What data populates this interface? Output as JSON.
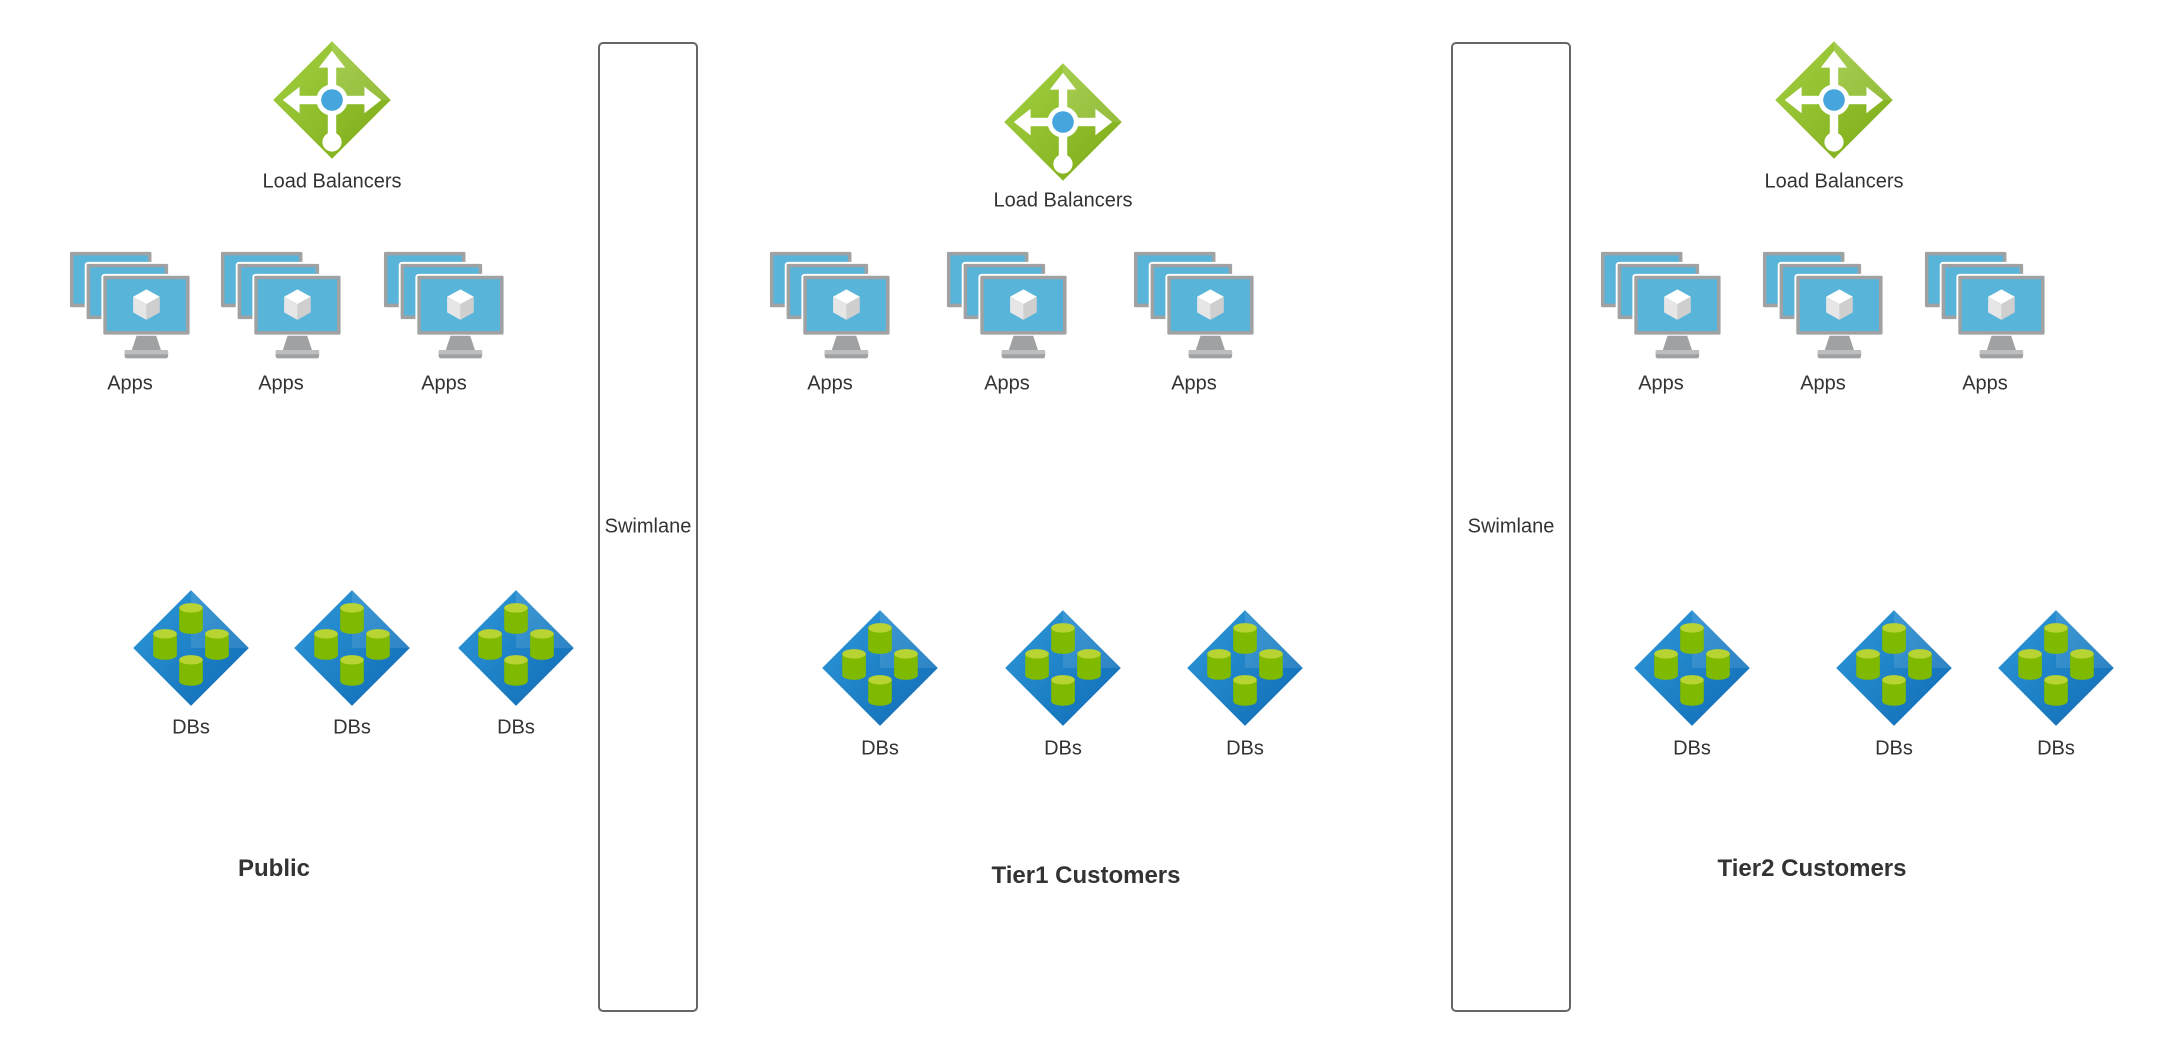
{
  "diagram": {
    "sections": [
      {
        "title": "Public",
        "load_balancers_label": "Load Balancers",
        "app_labels": [
          "Apps",
          "Apps",
          "Apps"
        ],
        "db_labels": [
          "DBs",
          "DBs",
          "DBs"
        ]
      },
      {
        "title": "Tier1 Customers",
        "load_balancers_label": "Load Balancers",
        "app_labels": [
          "Apps",
          "Apps",
          "Apps"
        ],
        "db_labels": [
          "DBs",
          "DBs",
          "DBs"
        ]
      },
      {
        "title": "Tier2 Customers",
        "load_balancers_label": "Load Balancers",
        "app_labels": [
          "Apps",
          "Apps",
          "Apps"
        ],
        "db_labels": [
          "DBs",
          "DBs",
          "DBs"
        ]
      }
    ],
    "swimlanes": [
      {
        "label": "Swimlane"
      },
      {
        "label": "Swimlane"
      }
    ],
    "icons": {
      "load_balancer": "load-balancer-icon",
      "apps": "app-vm-stack-icon",
      "dbs": "database-cluster-icon"
    },
    "colors": {
      "lb_green_light": "#a3d143",
      "lb_green_dark": "#7daa16",
      "lb_center_blue": "#45a5dc",
      "screen_blue": "#59b4d9",
      "monitor_gray": "#a0a1a2",
      "db_blue_light": "#2f9ada",
      "db_blue_dark": "#0f6ab4",
      "cylinder_green": "#7fba00",
      "cylinder_green_light": "#b8d432",
      "swimlane_border": "#666666",
      "text": "#333333",
      "background": "#ffffff"
    }
  }
}
